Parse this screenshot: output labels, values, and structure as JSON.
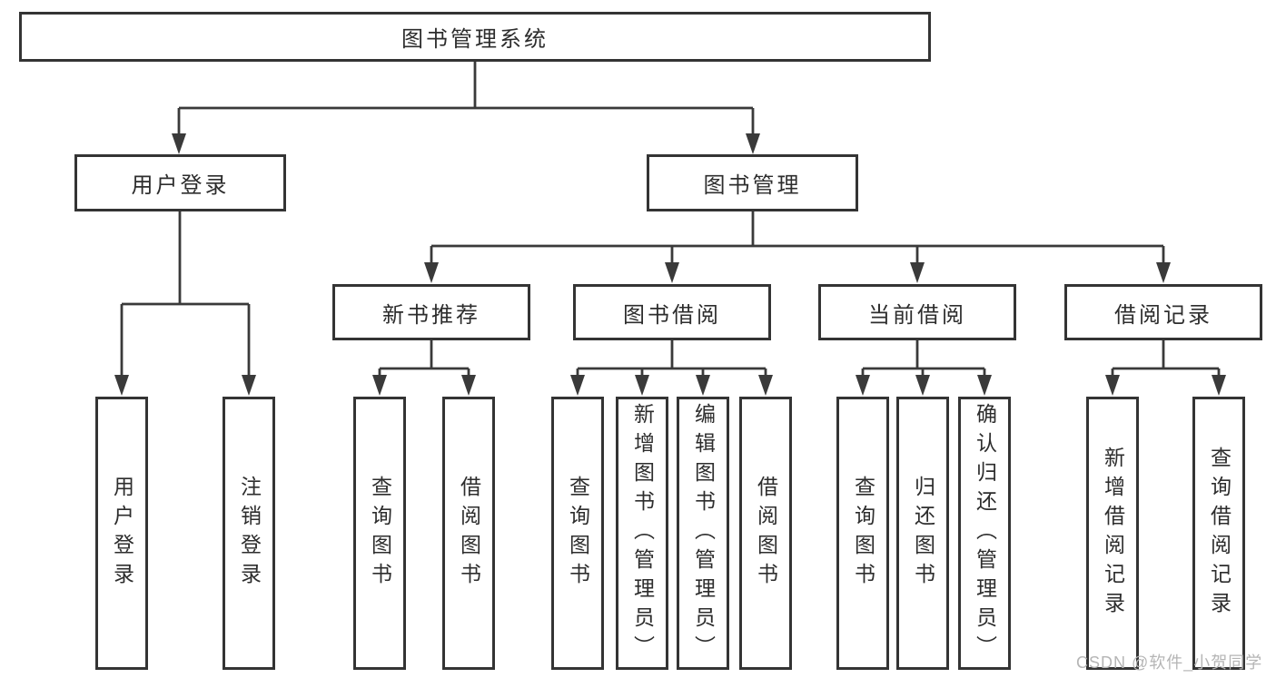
{
  "tree": {
    "root": {
      "label": "图书管理系统"
    },
    "branches": [
      {
        "label": "用户登录",
        "leaves": [
          {
            "label": "用户登录"
          },
          {
            "label": "注销登录"
          }
        ]
      },
      {
        "label": "图书管理",
        "sections": [
          {
            "label": "新书推荐",
            "leaves": [
              {
                "label": "查询图书"
              },
              {
                "label": "借阅图书"
              }
            ]
          },
          {
            "label": "图书借阅",
            "leaves": [
              {
                "label": "查询图书"
              },
              {
                "label": "新增图书（管理员）"
              },
              {
                "label": "编辑图书（管理员）"
              },
              {
                "label": "借阅图书"
              }
            ]
          },
          {
            "label": "当前借阅",
            "leaves": [
              {
                "label": "查询图书"
              },
              {
                "label": "归还图书"
              },
              {
                "label": "确认归还（管理员）"
              }
            ]
          },
          {
            "label": "借阅记录",
            "leaves": [
              {
                "label": "新增借阅记录"
              },
              {
                "label": "查询借阅记录"
              }
            ]
          }
        ]
      }
    ]
  },
  "watermark": {
    "text": "CSDN @软件_小贺同学"
  },
  "colors": {
    "box_border": "#343434",
    "connector_line": "#3a3a3a",
    "text": "#2d2d2d",
    "watermark_text": "#b5b5b5",
    "background": "#ffffff"
  }
}
